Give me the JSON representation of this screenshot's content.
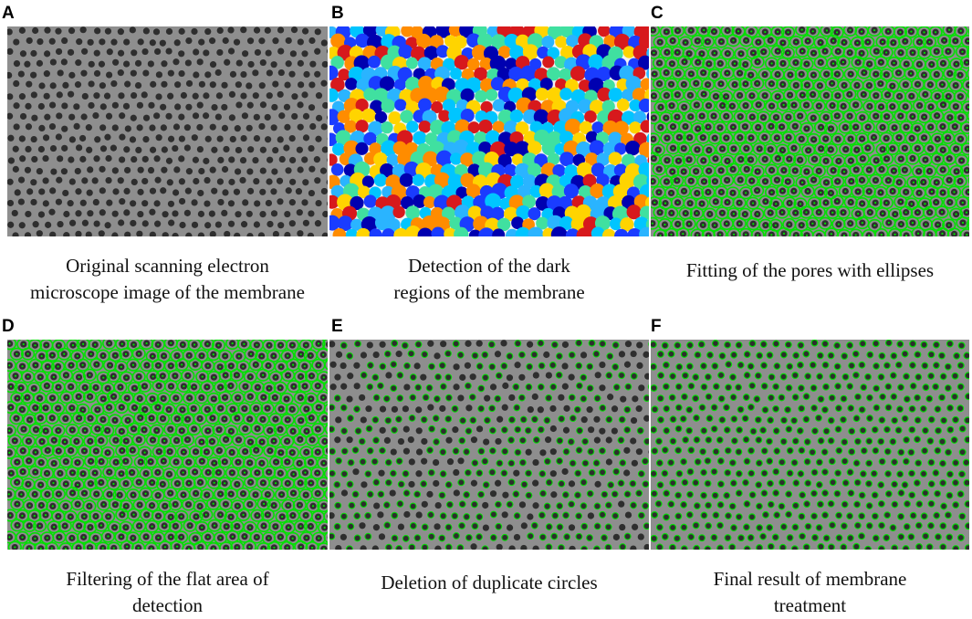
{
  "panels": [
    {
      "letter": "A",
      "caption": [
        "Original scanning electron",
        "microscope image of the membrane"
      ],
      "style": "sem"
    },
    {
      "letter": "B",
      "caption": [
        "Detection of the dark",
        "regions of the membrane"
      ],
      "style": "labels"
    },
    {
      "letter": "C",
      "caption": [
        "Fitting of the pores with ellipses"
      ],
      "style": "ellipses-dense"
    },
    {
      "letter": "D",
      "caption": [
        "Filtering of the flat area of",
        "detection"
      ],
      "style": "ellipses-dense"
    },
    {
      "letter": "E",
      "caption": [
        "Deletion of duplicate circles"
      ],
      "style": "circles-sparse"
    },
    {
      "letter": "F",
      "caption": [
        "Final result of membrane",
        "treatment"
      ],
      "style": "circles-final"
    }
  ],
  "colors": {
    "sem_background": "#8e8e8e",
    "pore": "#2e2e2e",
    "fit_green": "#00e000",
    "label_palette": [
      "#d7191c",
      "#1a3cff",
      "#00c5ff",
      "#ffd400",
      "#2ab4ff",
      "#ff8c00",
      "#40e0a0",
      "#0000b0"
    ]
  }
}
